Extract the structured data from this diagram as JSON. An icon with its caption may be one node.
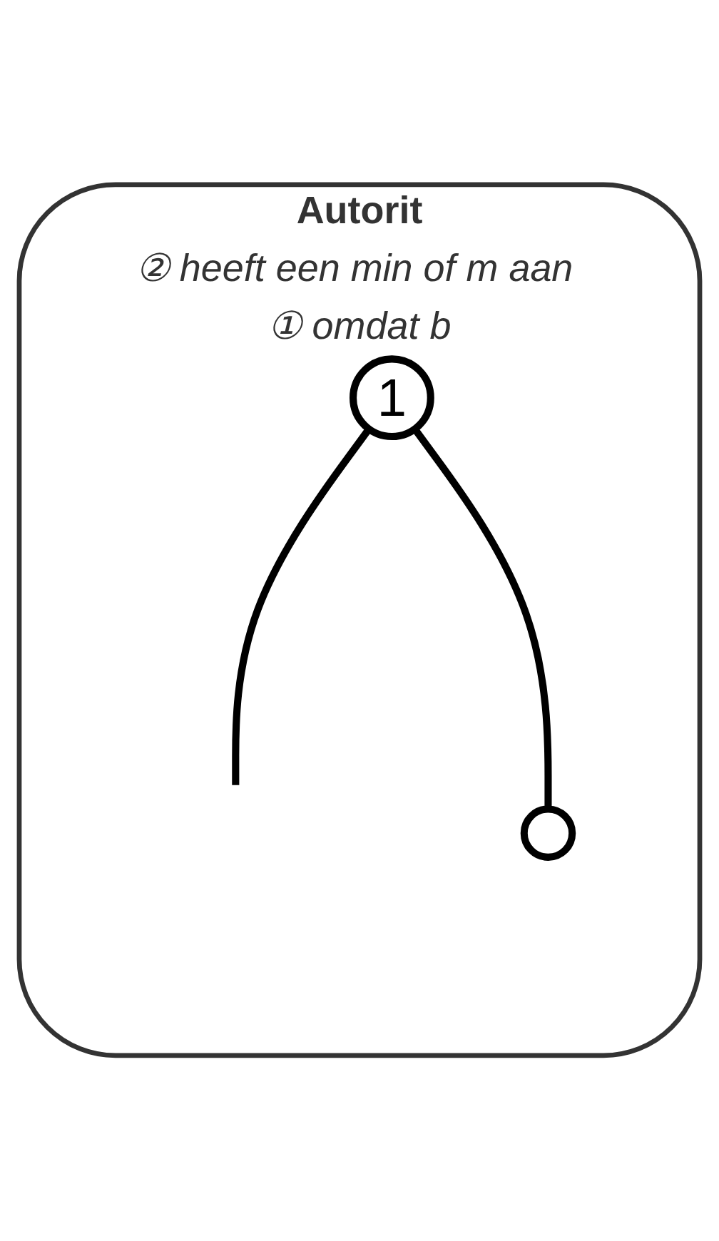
{
  "diagram": {
    "nodes": [
      {
        "text": [
          "Autorit",
          "② heeft een min of m aan ① omdat b"
        ]
      },
      {
        "text": [
          "1"
        ],
        "in": 0
      },
      {
        "text": [],
        "shape": "circle",
        "in": 0
      }
    ],
    "edges": [
      {
        "from": 1,
        "to": null,
        "arrow": "none"
      },
      {
        "from": 1,
        "to": 2,
        "arrow": "none"
      }
    ]
  }
}
